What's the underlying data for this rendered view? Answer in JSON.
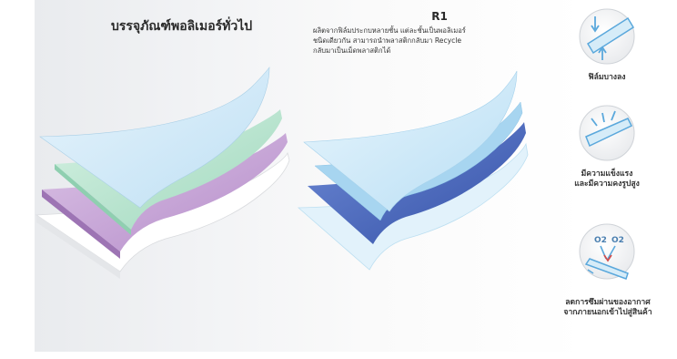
{
  "left": {
    "title": "บรรจุภัณฑ์พอลิเมอร์ทั่วไป"
  },
  "right": {
    "title": "R1",
    "description": [
      "ผลิตจากฟิล์มประกบหลายชั้น แต่ละชั้นเป็นพอลิเมอร์",
      "ชนิดเดียวกัน สามารถนำพลาสติกกลับมา Recycle",
      "กลับมาเป็นเม็ดพลาสติกได้"
    ]
  },
  "features": [
    {
      "icon": "thin-film-icon",
      "lines": [
        "ฟิล์มบางลง"
      ]
    },
    {
      "icon": "strength-icon",
      "lines": [
        "มีความแข็งแรง",
        "และมีความคงรูปสูง"
      ]
    },
    {
      "icon": "oxygen-barrier-icon",
      "lines": [
        "ลดการซึมผ่านของอากาศ",
        "จากภายนอกเข้าไปสู่สินค้า"
      ],
      "o2_label": "O2"
    }
  ],
  "colors": {
    "sheet_light_blue": "#cfe8f6",
    "sheet_green": "#bfe6d3",
    "sheet_purple": "#c9a9d8",
    "sheet_white": "#ffffff",
    "sheet_dark_blue": "#4a66b8",
    "icon_blue": "#5aa8dc"
  }
}
